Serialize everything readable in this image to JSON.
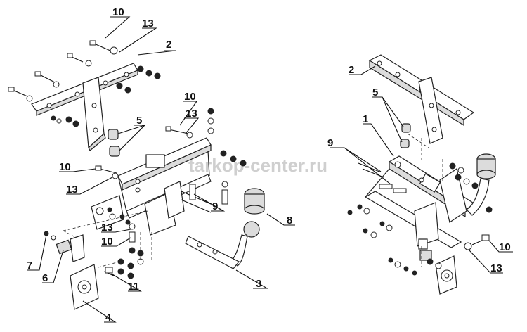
{
  "watermark": "tarkop-center.ru",
  "callouts_left": {
    "c10_top": "10",
    "c13_top": "13",
    "c2_left": "2",
    "c10_mid": "10",
    "c13_mid": "13",
    "c5_left": "5",
    "c10_side": "10",
    "c13_side": "13",
    "c9_left": "9",
    "c8": "8",
    "c13_low": "13",
    "c10_low": "10",
    "c7": "7",
    "c6": "6",
    "c11": "11",
    "c3": "3",
    "c4": "4"
  },
  "callouts_right": {
    "c2_right": "2",
    "c5_right": "5",
    "c1": "1",
    "c9_right": "9",
    "c10_right": "10",
    "c13_right": "13"
  }
}
